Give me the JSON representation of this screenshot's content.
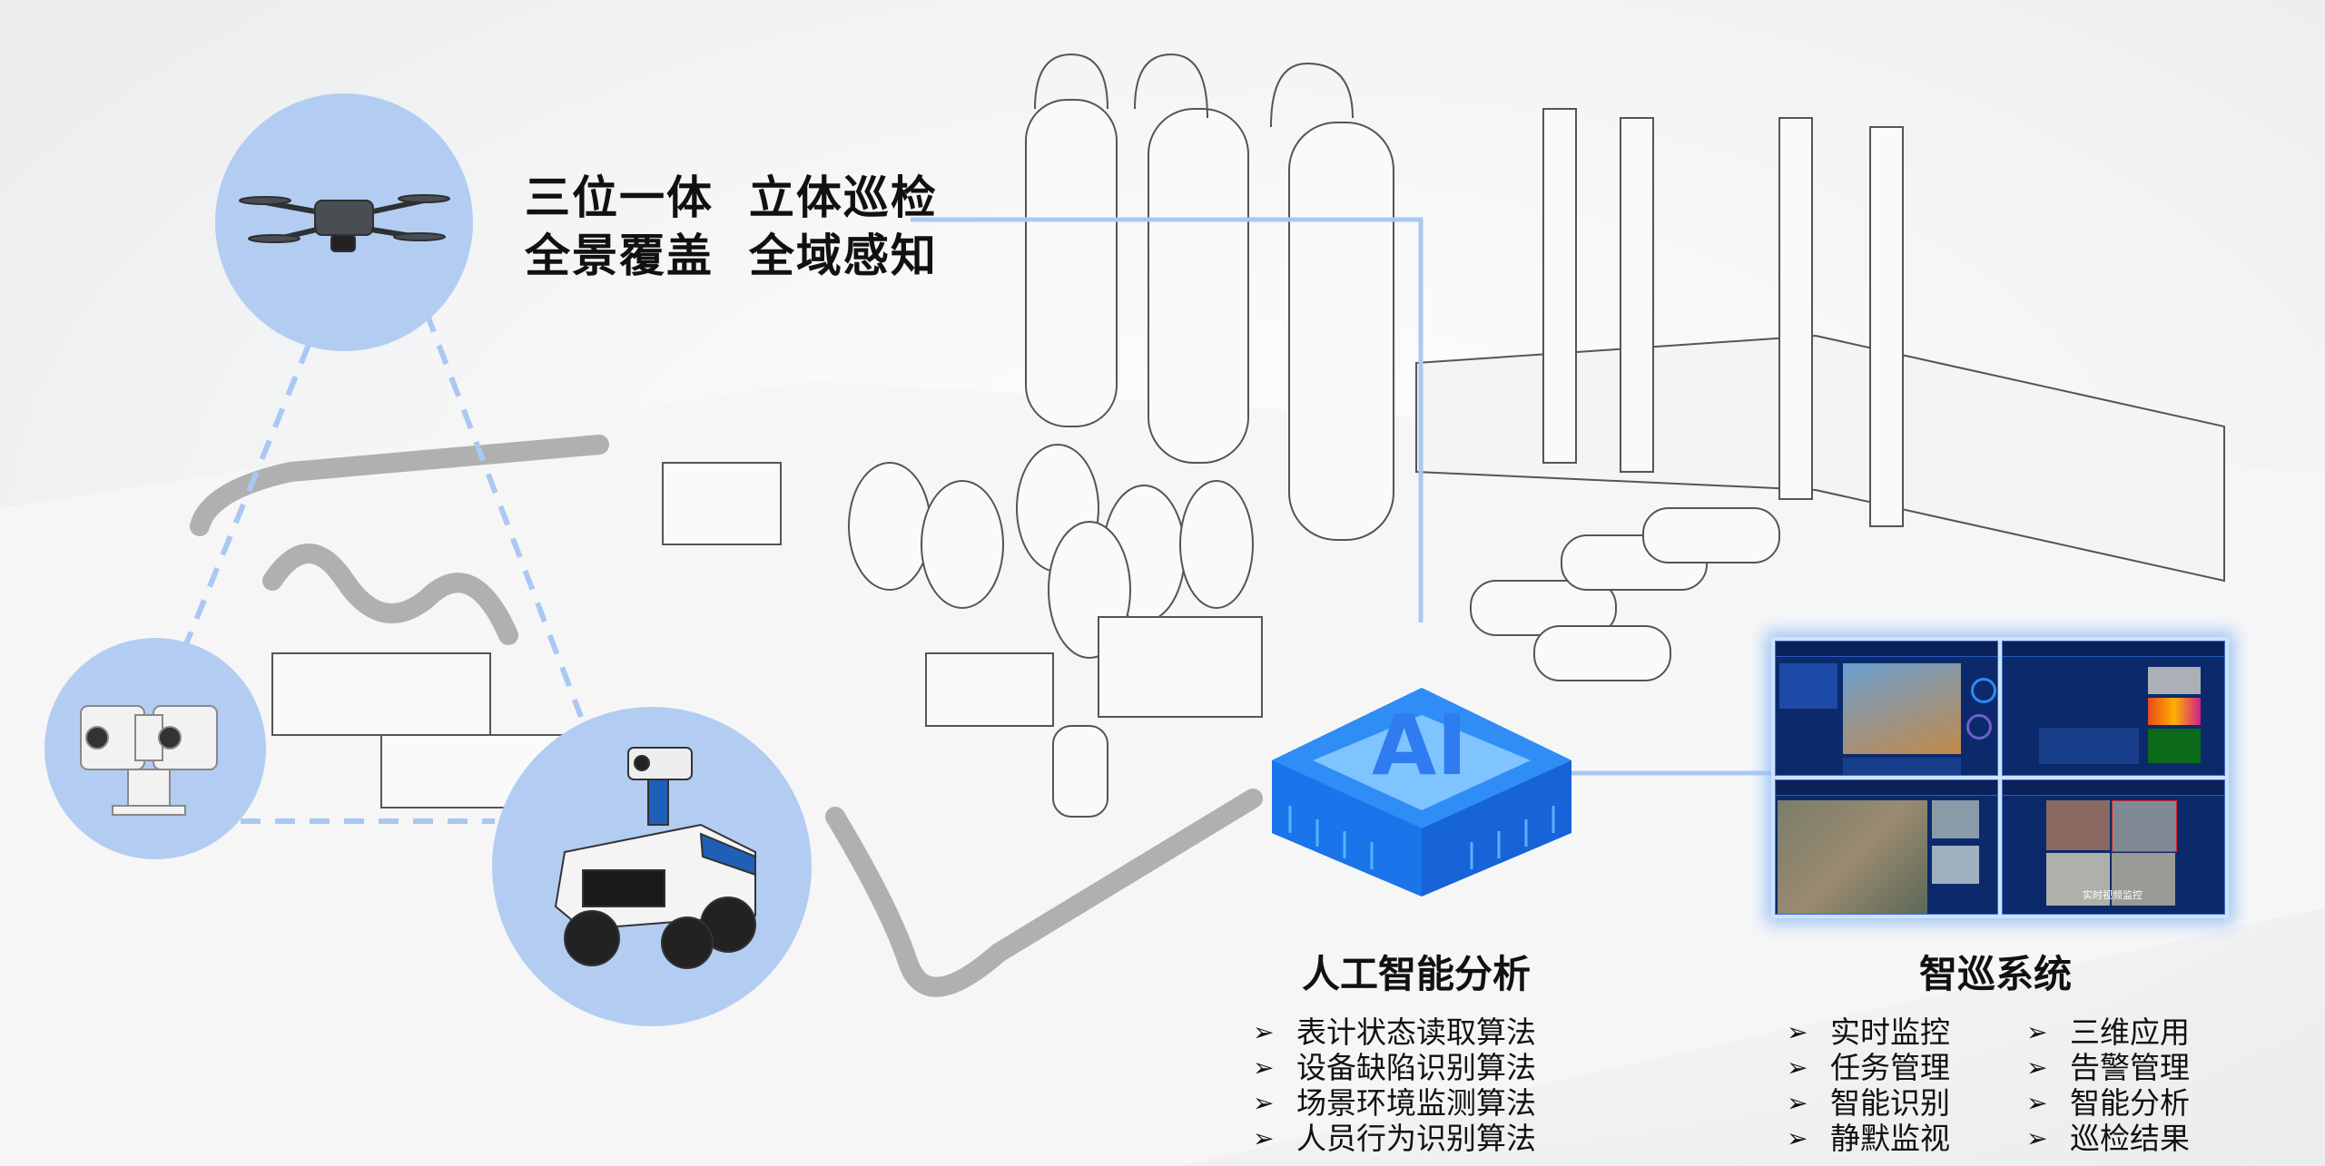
{
  "headline": {
    "line1": "三位一体  立体巡检",
    "line2": "全景覆盖  全域感知"
  },
  "devices": [
    {
      "name": "drone",
      "icon": "drone-icon"
    },
    {
      "name": "ptz-camera",
      "icon": "camera-icon"
    },
    {
      "name": "inspection-robot",
      "icon": "robot-icon"
    }
  ],
  "ai_chip": {
    "label": "AI"
  },
  "ai_analysis": {
    "title": "人工智能分析",
    "items": [
      "表计状态读取算法",
      "设备缺陷识别算法",
      "场景环境监测算法",
      "人员行为识别算法"
    ]
  },
  "patrol_system": {
    "title": "智巡系统",
    "col1": [
      "实时监控",
      "任务管理",
      "智能识别",
      "静默监视"
    ],
    "col2": [
      "三维应用",
      "告警管理",
      "智能分析",
      "巡检结果"
    ]
  },
  "dashboard": {
    "video_caption": "实时视频监控"
  },
  "colors": {
    "accent_blue": "#b3cdf2",
    "line_blue": "#a9c8f3",
    "chip_blue": "#1e7af0",
    "panel_navy": "#0c2a6b"
  },
  "bullet_glyph": "➢"
}
